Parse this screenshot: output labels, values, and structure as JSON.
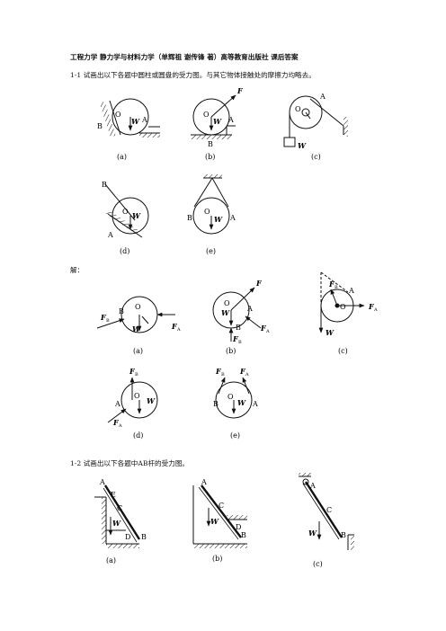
{
  "header": {
    "title": "工程力学 静力学与材料力学（单辉祖 谢传锋 著）高等教育出版社 课后答案",
    "q1": "1-1 试画出以下各题中圆柱或圆盘的受力图。与其它物体接触处的摩擦力均略去。",
    "solution": "解：",
    "q2": "1-2 试画出以下各题中AB杆的受力图。"
  },
  "labels": {
    "A": "A",
    "B": "B",
    "C": "C",
    "D": "D",
    "E": "E",
    "O": "O",
    "W": "W",
    "F": "F",
    "FA": "A",
    "FB": "B",
    "Fsub": "F",
    "a": "(a)",
    "b": "(b)",
    "c": "(c)",
    "d": "(d)",
    "e": "(e)"
  }
}
